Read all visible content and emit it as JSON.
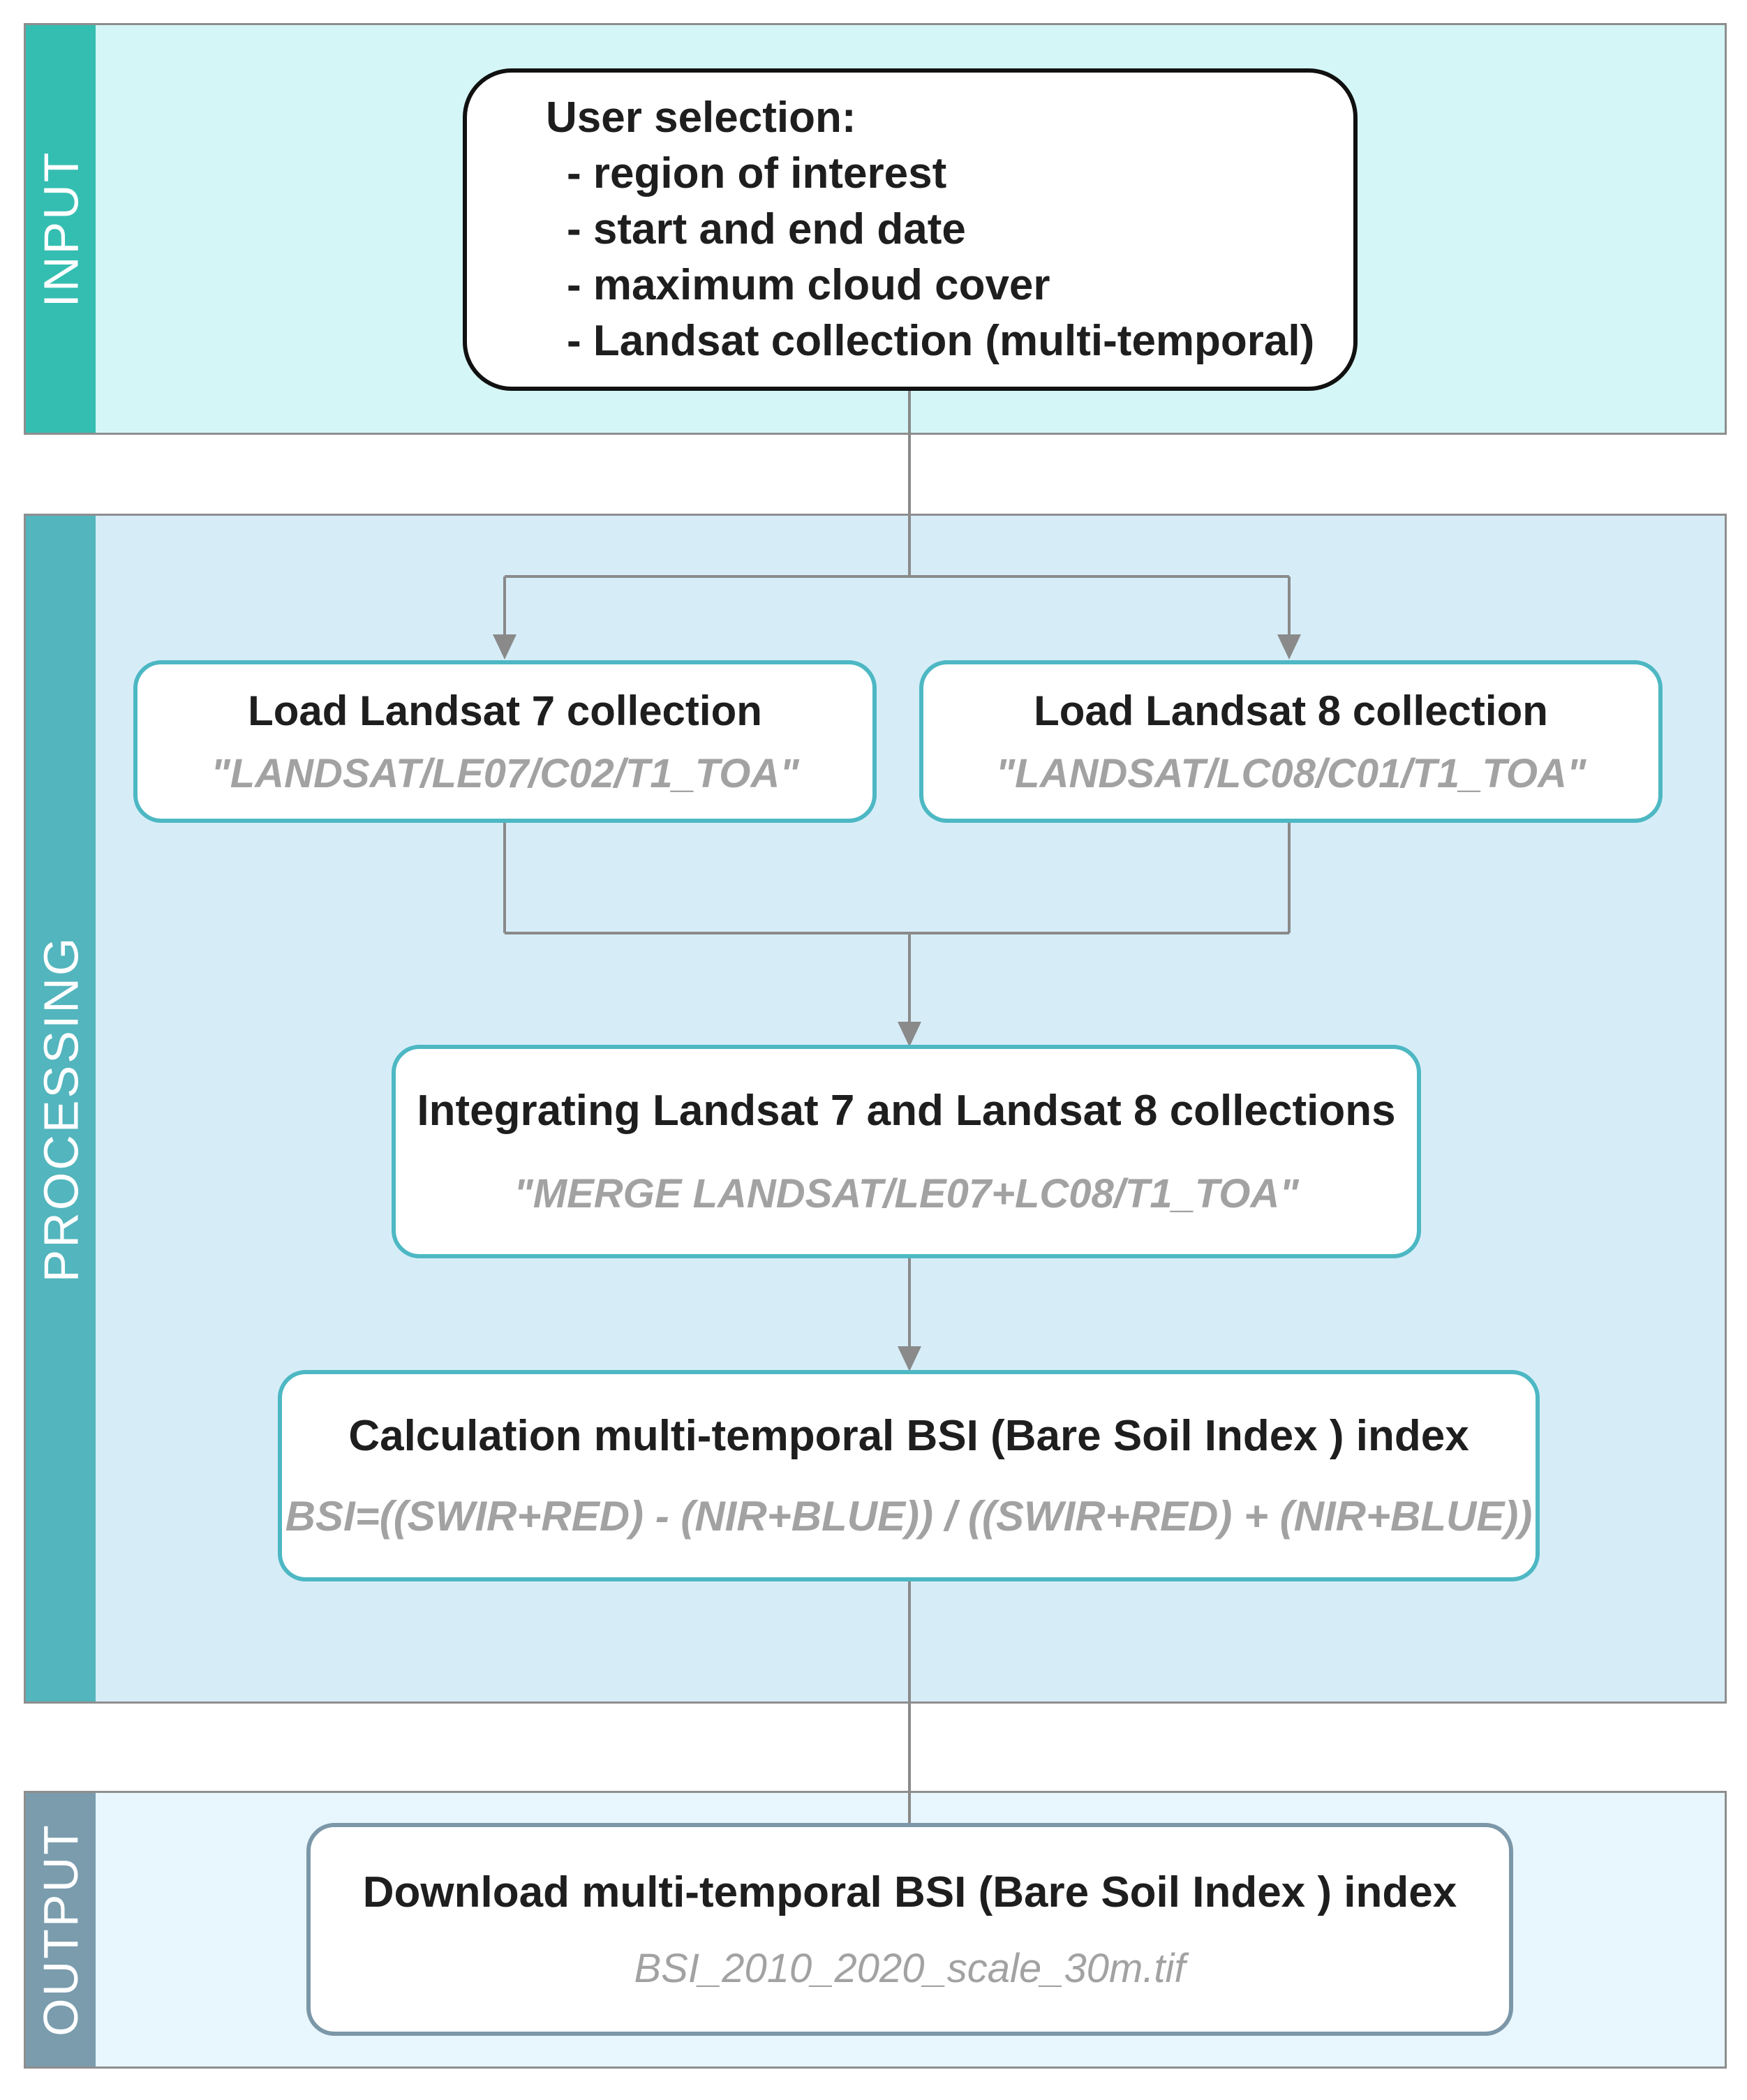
{
  "sections": {
    "input": {
      "label": "INPUT",
      "bg": "#d4f6f6",
      "side_color": "#34beb1"
    },
    "processing": {
      "label": "PROCESSING",
      "bg": "#d6edf8",
      "side_color": "#53b5bd"
    },
    "output": {
      "label": "OUTPUT",
      "bg": "#e8f6fd",
      "side_color": "#7a9cad"
    }
  },
  "user_selection": {
    "title": "User selection:",
    "items": [
      "- region of interest",
      "- start and end date",
      "- maximum cloud cover",
      "- Landsat collection (multi-temporal)"
    ]
  },
  "load_l7": {
    "title": "Load Landsat 7 collection",
    "sub": "\"LANDSAT/LE07/C02/T1_TOA\""
  },
  "load_l8": {
    "title": "Load Landsat 8 collection",
    "sub": "\"LANDSAT/LC08/C01/T1_TOA\""
  },
  "integrate": {
    "title": "Integrating Landsat 7 and Landsat 8 collections",
    "sub": "\"MERGE LANDSAT/LE07+LC08/T1_TOA\""
  },
  "calc": {
    "title": "Calculation multi-temporal BSI (Bare Soil Index ) index",
    "sub": "BSI=((SWIR+RED) - (NIR+BLUE)) / ((SWIR+RED) + (NIR+BLUE))"
  },
  "download": {
    "title": "Download multi-temporal BSI (Bare Soil Index ) index",
    "sub": "BSI_2010_2020_scale_30m.tif"
  },
  "colors": {
    "connector": "#8a8a8a",
    "node_border_teal": "#4db8c3",
    "node_border_output": "#7b97a8",
    "title_text": "#1e1e1e",
    "sub_text": "#a2a2a2"
  }
}
